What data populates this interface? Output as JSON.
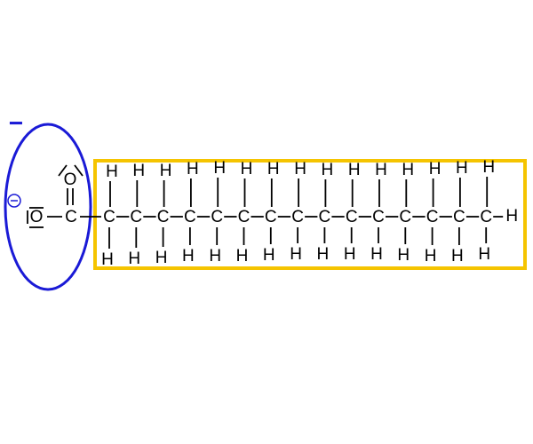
{
  "molecule": {
    "carbon_symbol": "C",
    "hydrogen_symbol": "H",
    "oxygen_symbol": "O",
    "chain_carbon_count": 15,
    "terminal_hydrogen": "H"
  },
  "head_group": {
    "charge_minus": "−",
    "oxygen_charge_symbol": "⊖"
  },
  "colors": {
    "head_group_outline": "#1a1ad6",
    "tail_outline": "#f5c400",
    "bond": "#000000"
  }
}
